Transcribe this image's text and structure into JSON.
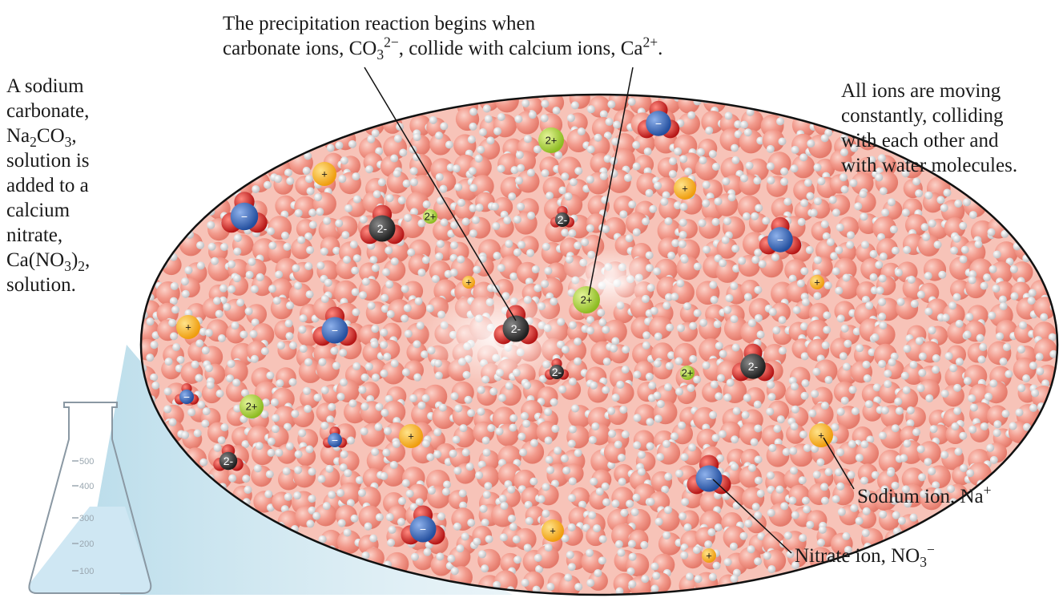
{
  "captions": {
    "left": {
      "line1": "A sodium",
      "line2": "carbonate,",
      "f1_na": "Na",
      "f1_2": "2",
      "f1_co": "CO",
      "f1_3": "3",
      "f1_end": ",",
      "line4": "solution is",
      "line5": "added to a",
      "line6": "calcium",
      "line7": "nitrate,",
      "f2_ca": "Ca(NO",
      "f2_3": "3",
      "f2_close": ")",
      "f2_2": "2",
      "f2_end": ",",
      "line9": "solution."
    },
    "top": {
      "line1": "The precipitation reaction begins when",
      "l2_a": "carbonate ions, CO",
      "l2_sub": "3",
      "l2_sup": "2−",
      "l2_b": ", collide with calcium ions, Ca",
      "l2_sup2": "2+",
      "l2_end": "."
    },
    "right": {
      "line1": "All ions are moving",
      "line2": "constantly, colliding",
      "line3": "with each other and",
      "line4": "with water molecules."
    },
    "sodium": {
      "text": "Sodium ion, Na",
      "sup": "+"
    },
    "nitrate": {
      "text": "Nitrate ion, NO",
      "sub": "3",
      "sup": "−"
    }
  },
  "ion_labels": {
    "calcium": "2+",
    "carbonate": "2-",
    "sodium": "+",
    "nitrate": "−"
  },
  "flask": {
    "graduations": [
      "500",
      "400",
      "300",
      "200",
      "100"
    ]
  },
  "colors": {
    "water_oxygen": "#f29a8c",
    "water_hydrogen": "#e9e9ea",
    "calcium": "#a8d23a",
    "sodium": "#f6b21c",
    "nitrate_n": "#2d5fb8",
    "carbonate_c": "#2b2b2b",
    "oxygen_red": "#d42a2a",
    "liquid": "#cfe7f3"
  }
}
